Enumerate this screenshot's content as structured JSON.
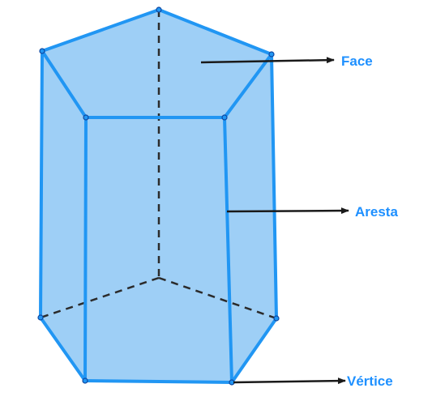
{
  "labels": {
    "face": "Face",
    "aresta": "Aresta",
    "vertice": "Vértice"
  },
  "colors": {
    "fill": "#99CCF5",
    "edge": "#2196F3",
    "label": "#1E90FF",
    "arrow": "#1a1a1a",
    "hidden_edge": "#2b2b2b",
    "vertex": "#0d47a1"
  },
  "figure": {
    "shape": "pentagonal prism"
  }
}
